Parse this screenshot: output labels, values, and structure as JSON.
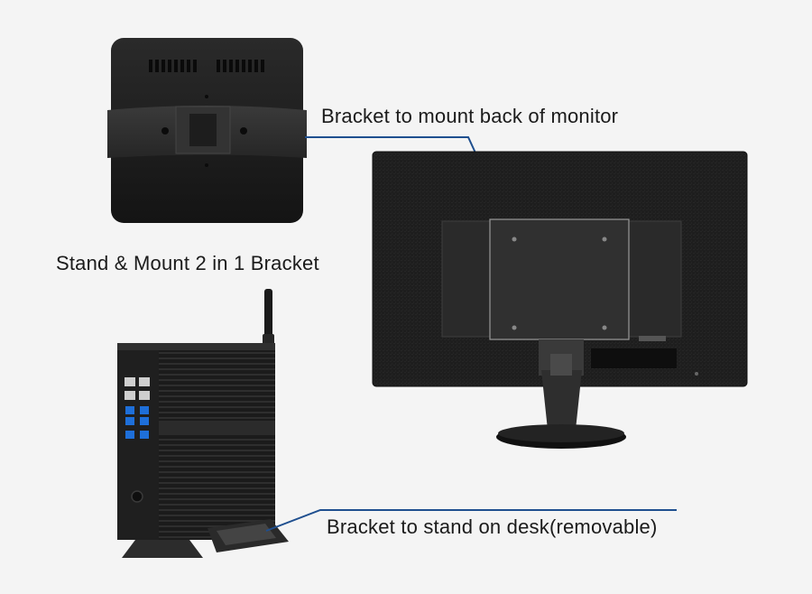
{
  "labels": {
    "mount_back": "Bracket to mount back of monitor",
    "center_title": "Stand & Mount 2 in 1 Bracket",
    "desk_stand": "Bracket to stand on desk(removable)"
  },
  "colors": {
    "background": "#f4f4f4",
    "callout_line": "#1f4f8f",
    "device_body": "#1c1c1c",
    "usb_blue": "#1e6fd9"
  },
  "icons": {
    "wifi_antenna": "antenna-icon",
    "usb_ports": "usb-port-icon",
    "power_button": "power-button-icon"
  }
}
